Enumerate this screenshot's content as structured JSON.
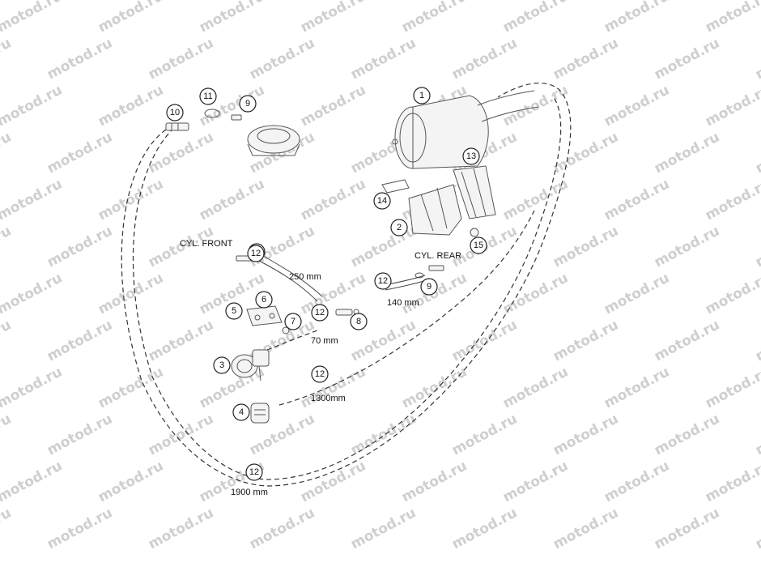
{
  "watermark": {
    "text": "motod.ru"
  },
  "callouts": [
    "1",
    "2",
    "3",
    "4",
    "5",
    "6",
    "7",
    "8",
    "9",
    "9",
    "9",
    "10",
    "11",
    "12",
    "12",
    "12",
    "12",
    "12",
    "13",
    "14",
    "15"
  ],
  "labels": {
    "cyl_front": "CYL. FRONT",
    "cyl_rear": "CYL. REAR",
    "len_250": "250 mm",
    "len_140": "140 mm",
    "len_70": "70 mm",
    "len_1300": "1300mm",
    "len_1900": "1900 mm"
  },
  "colors": {
    "line": "#333333",
    "watermark": "#cfcfcf",
    "background": "#ffffff"
  }
}
